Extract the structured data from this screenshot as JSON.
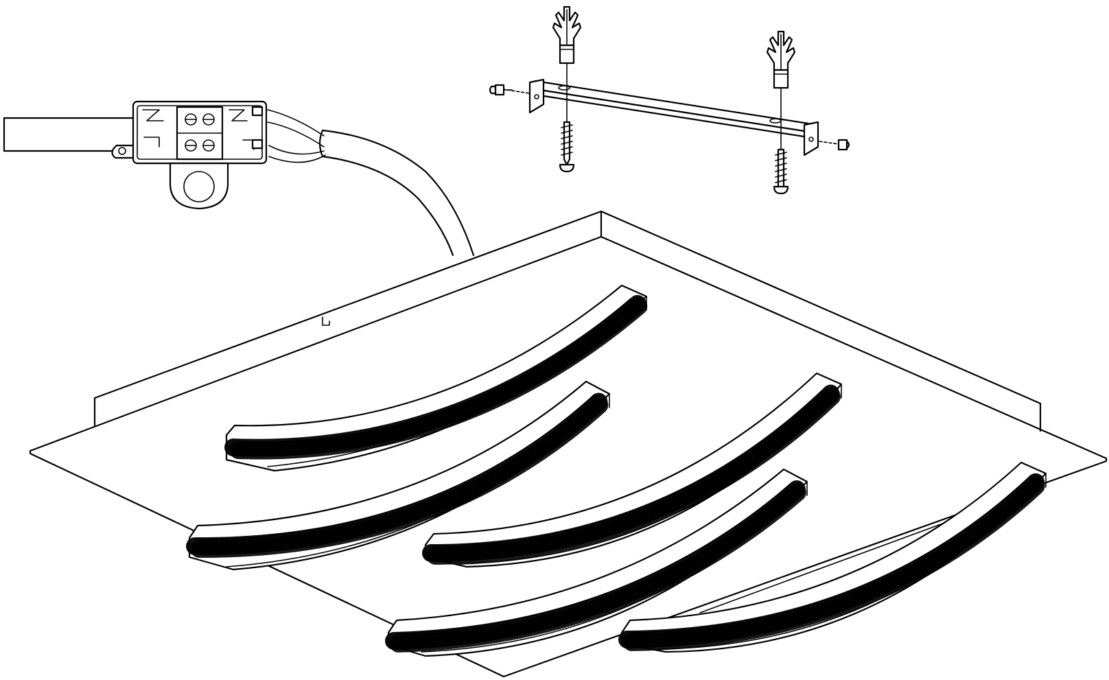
{
  "figure": {
    "components": [
      {
        "id": "ceiling-panel",
        "icon": "square-panel"
      },
      {
        "id": "led-arc",
        "icon": "curved-bar",
        "count": 5
      },
      {
        "id": "terminal-block",
        "icon": "connector"
      },
      {
        "id": "supply-cable",
        "icon": "cable"
      },
      {
        "id": "mounting-bracket",
        "icon": "bracket"
      },
      {
        "id": "wall-plug",
        "icon": "anchor",
        "count": 2
      },
      {
        "id": "screw",
        "icon": "screw",
        "count": 4
      }
    ],
    "colors": {
      "line": "#000000",
      "background": "#ffffff"
    }
  }
}
